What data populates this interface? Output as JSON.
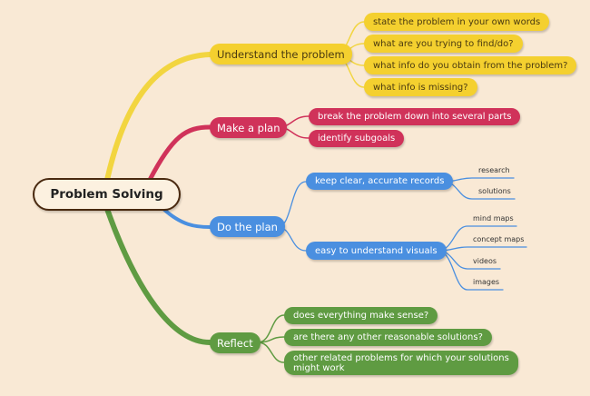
{
  "center": "Problem Solving",
  "branches": [
    {
      "label": "Understand the problem",
      "color": "#f4d02f",
      "children": [
        "state the problem in your own words",
        "what are you trying to find/do?",
        "what info do you obtain from the problem?",
        "what info is missing?"
      ]
    },
    {
      "label": "Make a plan",
      "color": "#d0325a",
      "children": [
        "break the problem down into several parts",
        "identify subgoals"
      ]
    },
    {
      "label": "Do the plan",
      "color": "#4a8fe0",
      "children": [
        {
          "label": "keep clear, accurate records",
          "leaves": [
            "research",
            "solutions"
          ]
        },
        {
          "label": "easy to understand visuals",
          "leaves": [
            "mind maps",
            "concept maps",
            "videos",
            "images"
          ]
        }
      ]
    },
    {
      "label": "Reflect",
      "color": "#5f9b42",
      "children": [
        "does everything make sense?",
        "are there any other reasonable solutions?",
        "other related problems for which your solutions might work"
      ]
    }
  ]
}
